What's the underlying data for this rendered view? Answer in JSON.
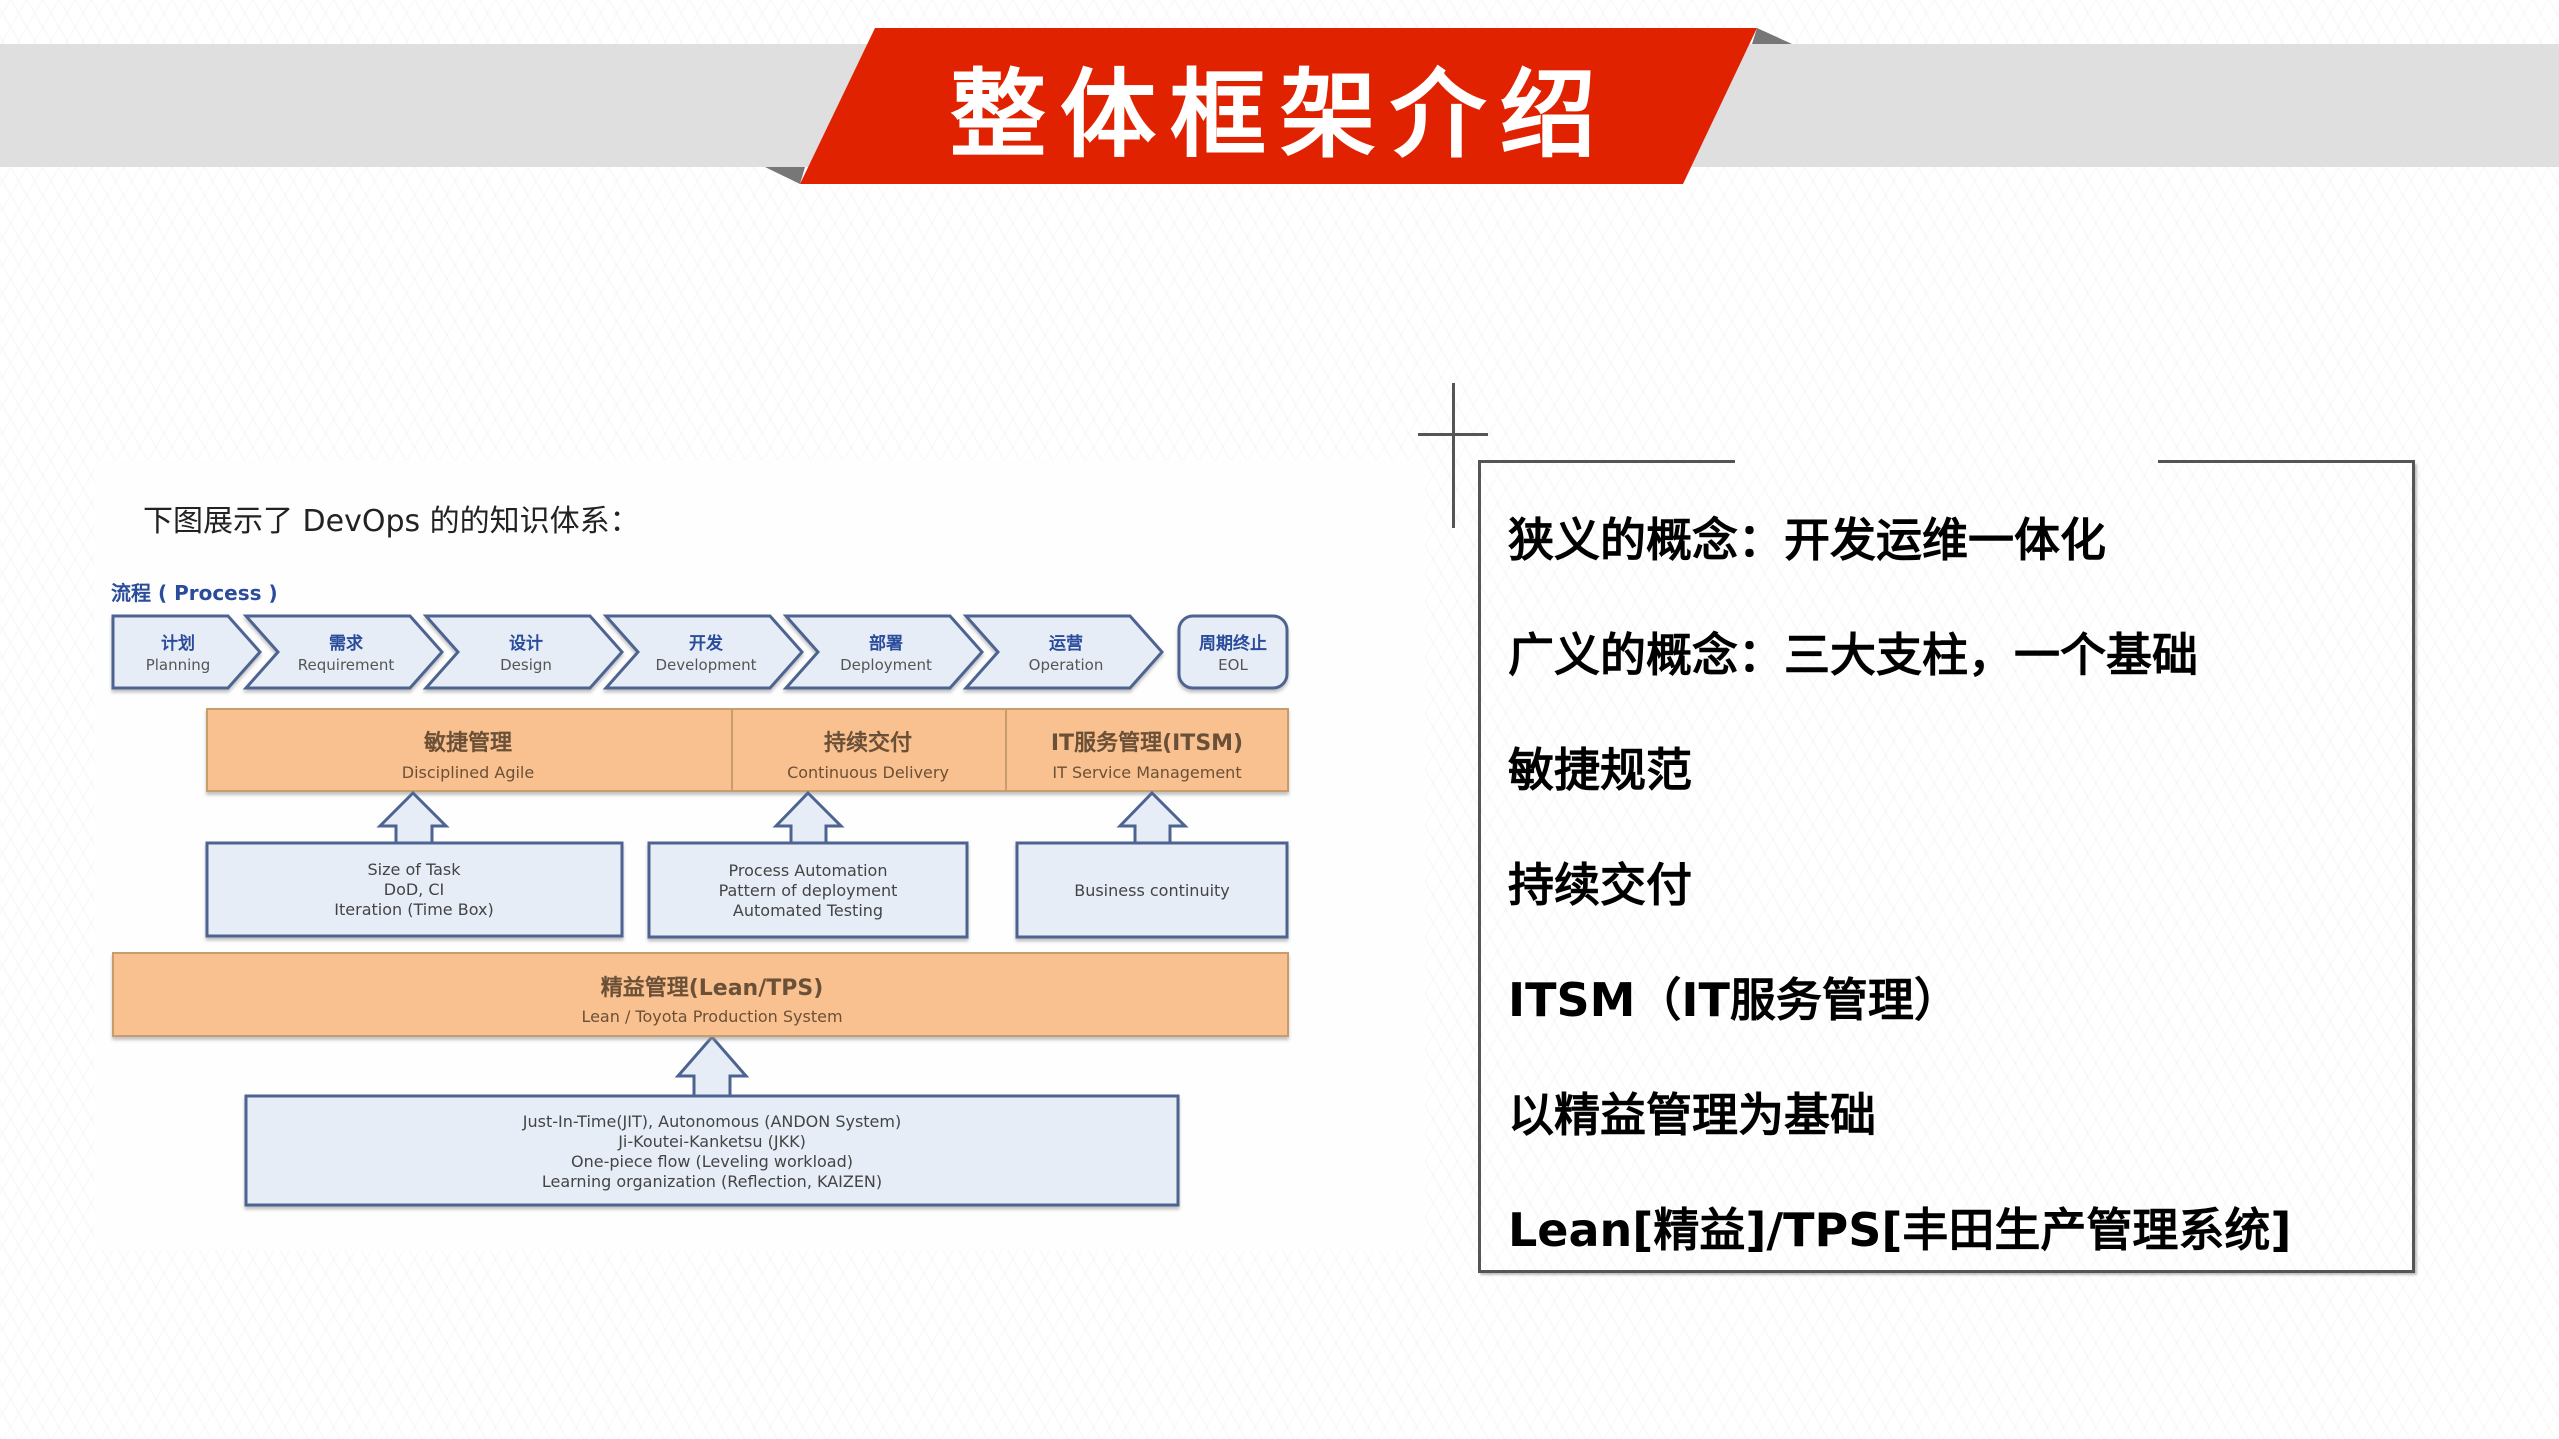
{
  "slide": {
    "title": "整体框架介绍",
    "colors": {
      "banner_red": "#e02200",
      "band_gray": "#dfdfdf",
      "shadow_gray": "#777777",
      "process_fill": "#e6edf7",
      "process_stroke": "#4d6391",
      "process_cn_text": "#2b4c9b",
      "orange_fill": "#f9c18f",
      "orange_stroke": "#c79d6e",
      "orange_text": "#6b5038"
    }
  },
  "diagram": {
    "heading": "下图展示了 DevOps 的的知识体系：",
    "process_label": "流程 ( Process )",
    "process_steps": [
      {
        "cn": "计划",
        "en": "Planning"
      },
      {
        "cn": "需求",
        "en": "Requirement"
      },
      {
        "cn": "设计",
        "en": "Design"
      },
      {
        "cn": "开发",
        "en": "Development"
      },
      {
        "cn": "部署",
        "en": "Deployment"
      },
      {
        "cn": "运营",
        "en": "Operation"
      },
      {
        "cn": "周期终止",
        "en": "EOL"
      }
    ],
    "pillars": [
      {
        "cn": "敏捷管理",
        "en": "Disciplined Agile"
      },
      {
        "cn": "持续交付",
        "en": "Continuous Delivery"
      },
      {
        "cn": "IT服务管理(ITSM)",
        "en": "IT Service Management"
      }
    ],
    "pillar_details": [
      {
        "lines": [
          "Size of Task",
          "DoD, CI",
          "Iteration (Time Box)"
        ]
      },
      {
        "lines": [
          "Process Automation",
          "Pattern of deployment",
          "Automated Testing"
        ]
      },
      {
        "lines": [
          "Business continuity"
        ]
      }
    ],
    "foundation": {
      "cn": "精益管理(Lean/TPS)",
      "en": "Lean / Toyota Production System"
    },
    "foundation_details": {
      "lines": [
        "Just-In-Time(JIT), Autonomous (ANDON System)",
        "Ji-Koutei-Kanketsu (JKK)",
        "One-piece flow (Leveling workload)",
        "Learning organization (Reflection, KAIZEN)"
      ]
    }
  },
  "notes": {
    "items": [
      "狭义的概念：开发运维一体化",
      "广义的概念：三大支柱，一个基础",
      "敏捷规范",
      "持续交付",
      "ITSM（IT服务管理）",
      "以精益管理为基础",
      "Lean[精益]/TPS[丰田生产管理系统]"
    ]
  }
}
